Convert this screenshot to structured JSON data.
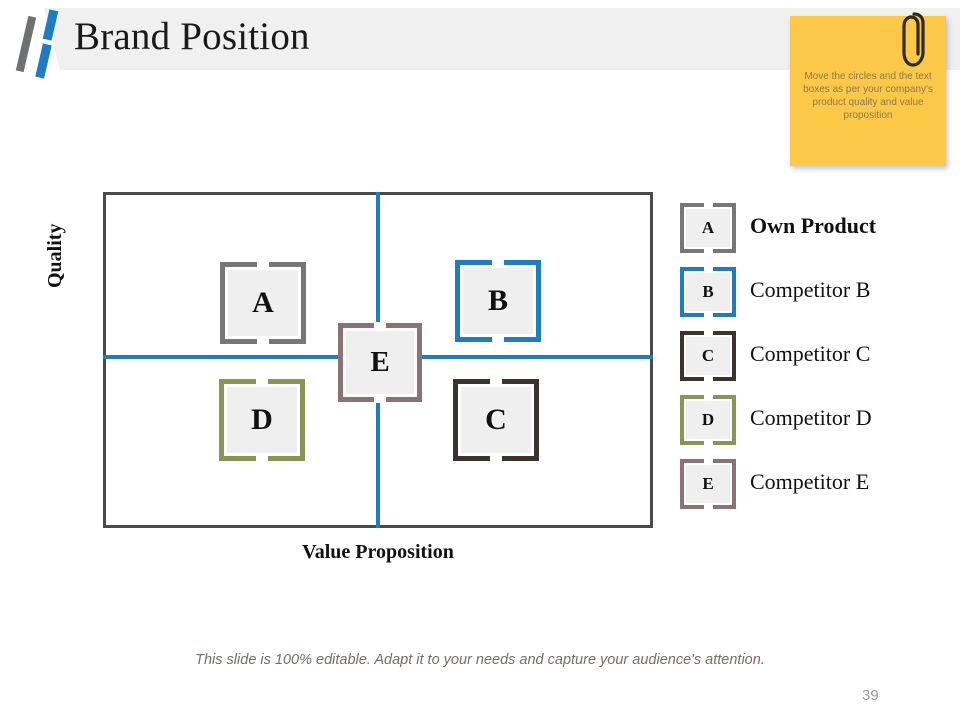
{
  "header": {
    "title": "Brand Position",
    "logo_name": "brand-logo",
    "logo_colors": [
      "#6f7072",
      "#1c7cc4",
      "#1c7cc4"
    ],
    "band_color": "#f0f0f0"
  },
  "sticky_note": {
    "text": "Move the circles and the text boxes as per your company's product quality and value proposition",
    "background": "#fbc947",
    "text_color": "#8a7a52",
    "clip_icon": "paperclip-icon"
  },
  "chart_data": {
    "type": "scatter",
    "title": "Brand Position",
    "xlabel": "Value Proposition",
    "ylabel": "Quality",
    "grid": false,
    "legend_position": "right",
    "quadrant_lines": {
      "vertical_x": 0.5,
      "horizontal_y": 0.5,
      "color": "#1c7cc4"
    },
    "points": [
      {
        "id": "A",
        "label": "A",
        "name": "Own Product",
        "x": 0.25,
        "y": 0.72,
        "color": "#777777"
      },
      {
        "id": "B",
        "label": "B",
        "name": "Competitor B",
        "x": 0.73,
        "y": 0.73,
        "color": "#1c7cc4"
      },
      {
        "id": "C",
        "label": "C",
        "name": "Competitor C",
        "x": 0.72,
        "y": 0.3,
        "color": "#3b332c"
      },
      {
        "id": "D",
        "label": "D",
        "name": "Competitor D",
        "x": 0.25,
        "y": 0.3,
        "color": "#8a9455"
      },
      {
        "id": "E",
        "label": "E",
        "name": "Competitor E",
        "x": 0.5,
        "y": 0.5,
        "color": "#8d7175"
      }
    ]
  },
  "legend": {
    "items": [
      {
        "marker": "A",
        "label": "Own Product",
        "color": "#777777",
        "bold": true
      },
      {
        "marker": "B",
        "label": "Competitor B",
        "color": "#1c7cc4",
        "bold": false
      },
      {
        "marker": "C",
        "label": "Competitor C",
        "color": "#3b332c",
        "bold": false
      },
      {
        "marker": "D",
        "label": "Competitor D",
        "color": "#8a9455",
        "bold": false
      },
      {
        "marker": "E",
        "label": "Competitor E",
        "color": "#8d7175",
        "bold": false
      }
    ]
  },
  "footer": {
    "note": "This slide is 100% editable. Adapt it to your needs and capture your audience's attention.",
    "page_number": "39"
  }
}
